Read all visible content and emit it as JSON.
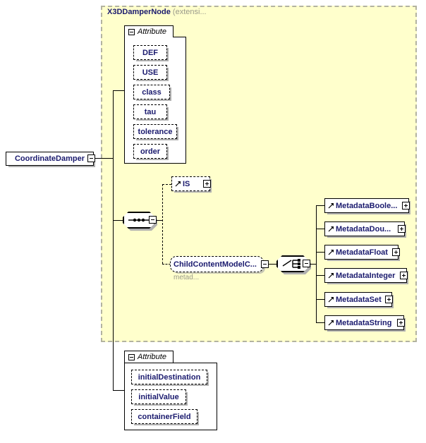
{
  "diagram": {
    "type": "xml-schema-diagram",
    "root_element": {
      "name": "CoordinateDamper",
      "expander": "minus"
    },
    "extension_group": {
      "title": "X3DDamperNode",
      "title_suffix": "(extensi...",
      "background_color": "#ffffcc",
      "border_color": "#b3b3a0"
    },
    "attribute_group_top": {
      "label": "Attribute",
      "expander": "minus",
      "items": [
        {
          "name": "DEF"
        },
        {
          "name": "USE"
        },
        {
          "name": "class"
        },
        {
          "name": "tau"
        },
        {
          "name": "tolerance"
        },
        {
          "name": "order"
        }
      ]
    },
    "sequence_compositor": {
      "kind": "sequence",
      "expander": "minus"
    },
    "choice_compositor": {
      "kind": "choice",
      "expander": "minus"
    },
    "content_elements": [
      {
        "name": "IS",
        "expander": "plus",
        "optional": true,
        "reference": true
      }
    ],
    "child_content_model": {
      "name": "ChildContentModelC...",
      "sub_label": "metad...",
      "expander": "minus"
    },
    "metadata_elements": [
      {
        "name": "MetadataBoole...",
        "expander": "plus"
      },
      {
        "name": "MetadataDou...",
        "expander": "plus"
      },
      {
        "name": "MetadataFloat",
        "expander": "plus"
      },
      {
        "name": "MetadataInteger",
        "expander": "plus"
      },
      {
        "name": "MetadataSet",
        "expander": "plus"
      },
      {
        "name": "MetadataString",
        "expander": "plus"
      }
    ],
    "attribute_group_bottom": {
      "label": "Attribute",
      "expander": "minus",
      "items": [
        {
          "name": "initialDestination"
        },
        {
          "name": "initialValue"
        },
        {
          "name": "containerField"
        }
      ]
    },
    "colors": {
      "element_text": "#1a1a6e",
      "group_background": "#ffffcc",
      "group_border": "#b3b3a0",
      "shadow": "#b0b0b0",
      "sub_label_text": "#9a9a8a"
    }
  }
}
